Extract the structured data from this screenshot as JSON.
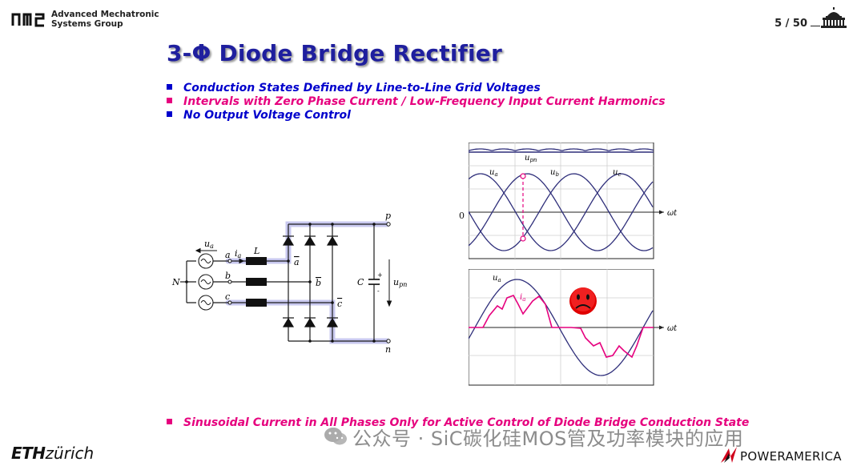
{
  "header": {
    "group_name_line1": "Advanced Mechatronic",
    "group_name_line2": "Systems Group",
    "page_number": "5 / 50"
  },
  "title": "3-Φ Diode Bridge Rectifier",
  "bullets": [
    {
      "text": "Conduction States Defined by Line-to-Line Grid Voltages",
      "color": "#0000cc"
    },
    {
      "text": "Intervals with Zero Phase Current / Low-Frequency Input Current  Harmonics",
      "color": "#e6007e"
    },
    {
      "text": "No Output Voltage Control",
      "color": "#0000cc"
    }
  ],
  "bottom_bullet": {
    "text": "Sinusoidal Current in All Phases Only for Active Control of Diode Bridge Conduction State",
    "color": "#e6007e"
  },
  "circuit_labels": {
    "ua": "u",
    "ua_sub": "a",
    "ia": "i",
    "ia_sub": "a",
    "a": "a",
    "b": "b",
    "c": "c",
    "abar": "a",
    "bbar": "b",
    "cbar": "c",
    "N": "N",
    "L": "L",
    "C": "C",
    "p": "p",
    "n": "n",
    "upn": "u",
    "upn_sub": "pn",
    "plus": "+",
    "minus": "-"
  },
  "graph_top_labels": {
    "upn": "u",
    "upn_sub": "pn",
    "ua": "u",
    "ua_sub": "a",
    "ub": "u",
    "ub_sub": "b",
    "uc": "u",
    "uc_sub": "c",
    "zero": "0",
    "wt": "ωt"
  },
  "graph_bottom_labels": {
    "ua": "u",
    "ua_sub": "a",
    "ia": "i",
    "ia_sub": "a",
    "wt": "ωt"
  },
  "watermark": "公众号 · SiC碳化硅MOS管及功率模块的应用",
  "footer": {
    "eth_bold": "ETH",
    "eth_rest": "zürich",
    "pa_text": "POWERAMERICA"
  },
  "colors": {
    "title": "#1f1f9e",
    "blue_bullet": "#0000cc",
    "magenta": "#e6007e",
    "curve": "#2e2e7a",
    "highlight": "#c8c8ef"
  },
  "icons": [
    "ams-logo-icon",
    "building-icon",
    "sad-face-icon",
    "wechat-icon",
    "poweramerica-logo-icon"
  ]
}
